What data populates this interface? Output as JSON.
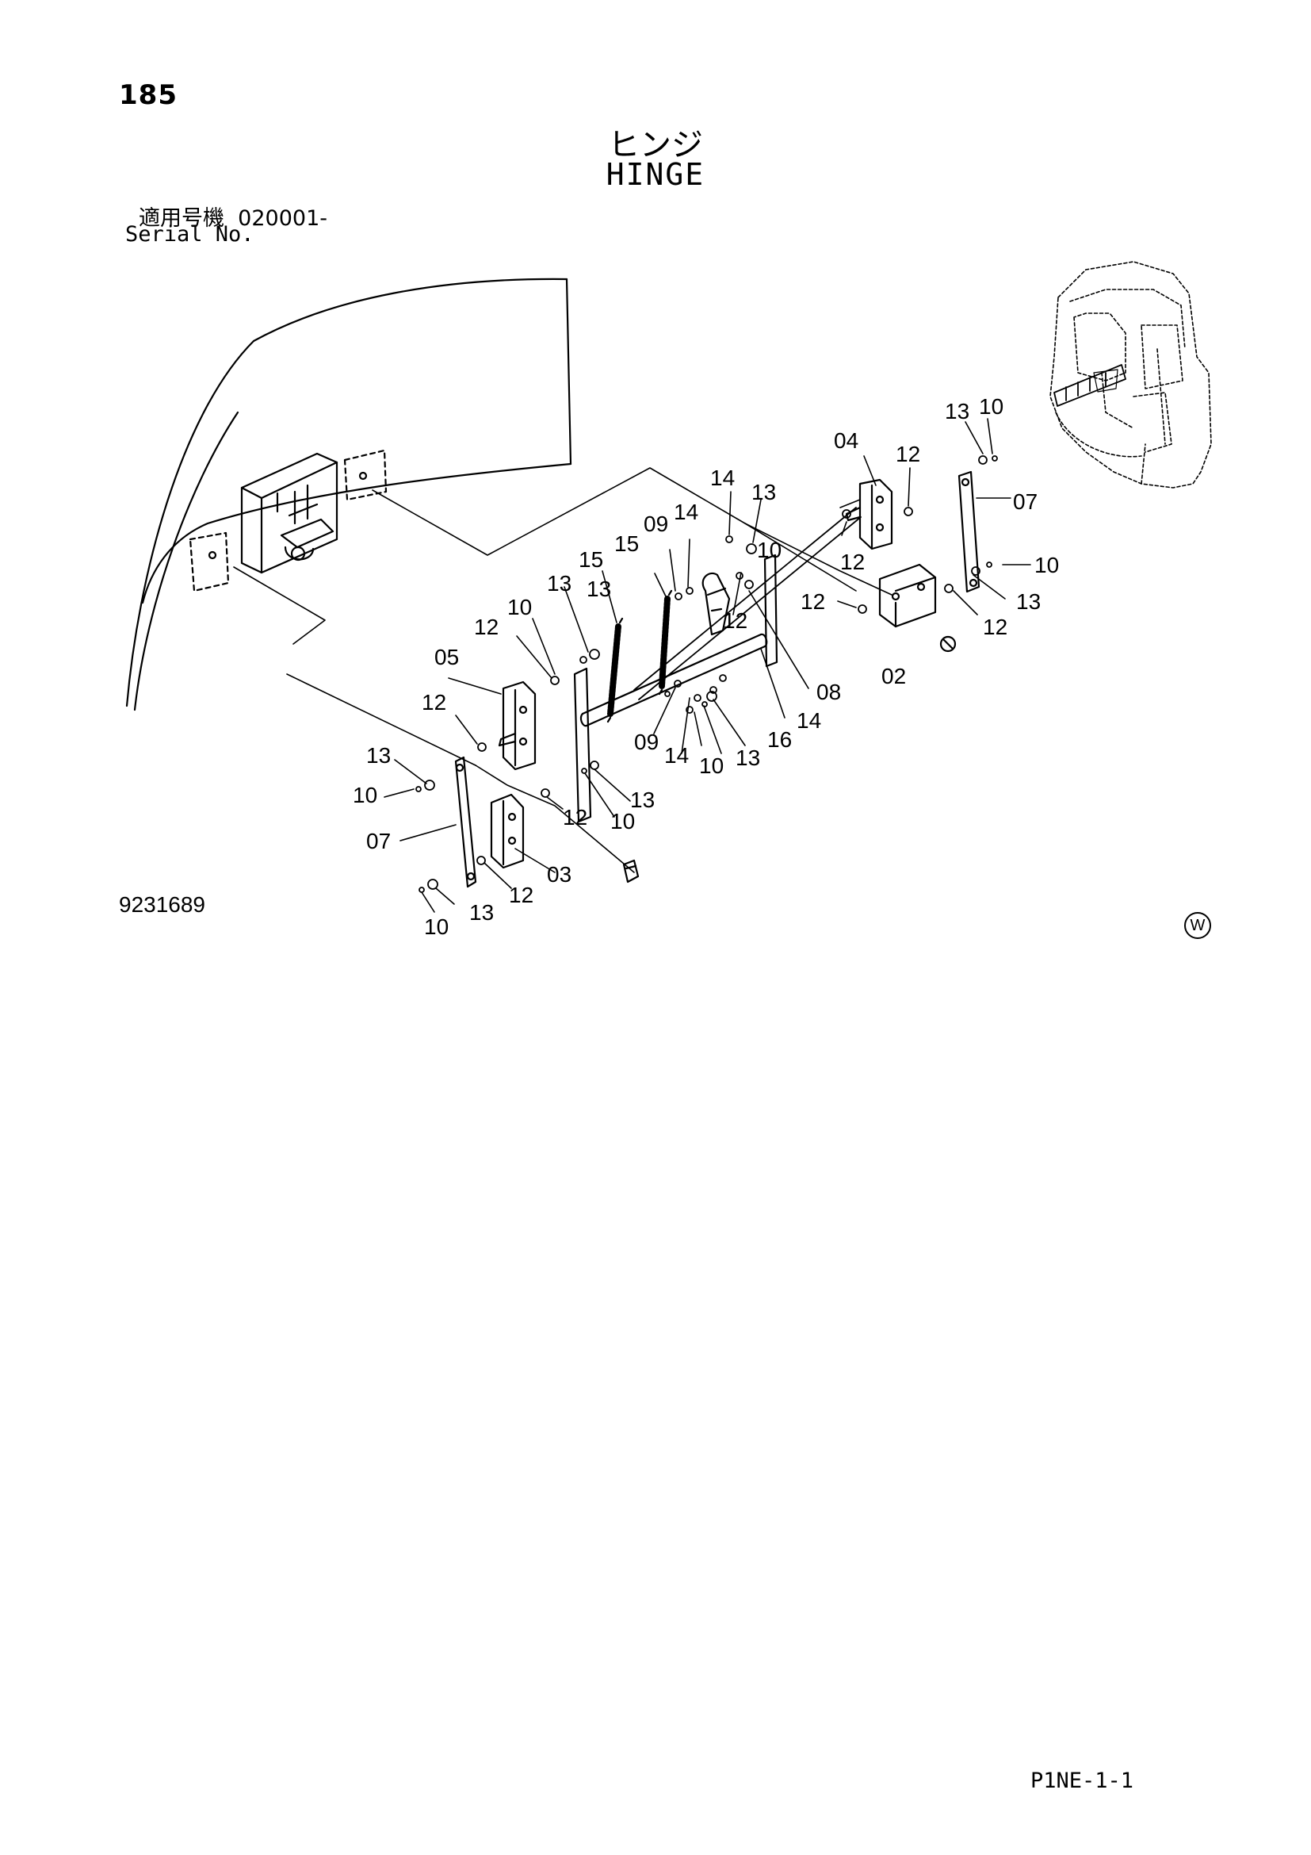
{
  "page": {
    "number": "185",
    "title_ja": "ヒンジ",
    "title_en": "HINGE",
    "serial_label_ja": "適用号機",
    "serial_value": "020001-",
    "serial_label_en": "Serial No.",
    "drawing_number": "9231689",
    "page_code": "P1NE-1-1",
    "mark": "W"
  },
  "callouts": {
    "c01": "13",
    "c02": "10",
    "c03": "04",
    "c04": "12",
    "c05": "14",
    "c06": "13",
    "c07": "07",
    "c08": "09",
    "c09": "14",
    "c10": "15",
    "c11": "15",
    "c12": "12",
    "c13": "10",
    "c14": "13",
    "c15": "12",
    "c16": "12",
    "c17": "13",
    "c18": "10",
    "c19": "12",
    "c20": "05",
    "c21": "12",
    "c22": "02",
    "c23": "08",
    "c24": "12",
    "c25": "13",
    "c26": "10",
    "c27": "14",
    "c28": "09",
    "c29": "14",
    "c30": "10",
    "c31": "13",
    "c32": "16",
    "c33": "13",
    "c34": "12",
    "c35": "10",
    "c36": "07",
    "c37": "03",
    "c38": "12",
    "c39": "10",
    "c40": "13",
    "c41": "13",
    "c42": "10"
  }
}
